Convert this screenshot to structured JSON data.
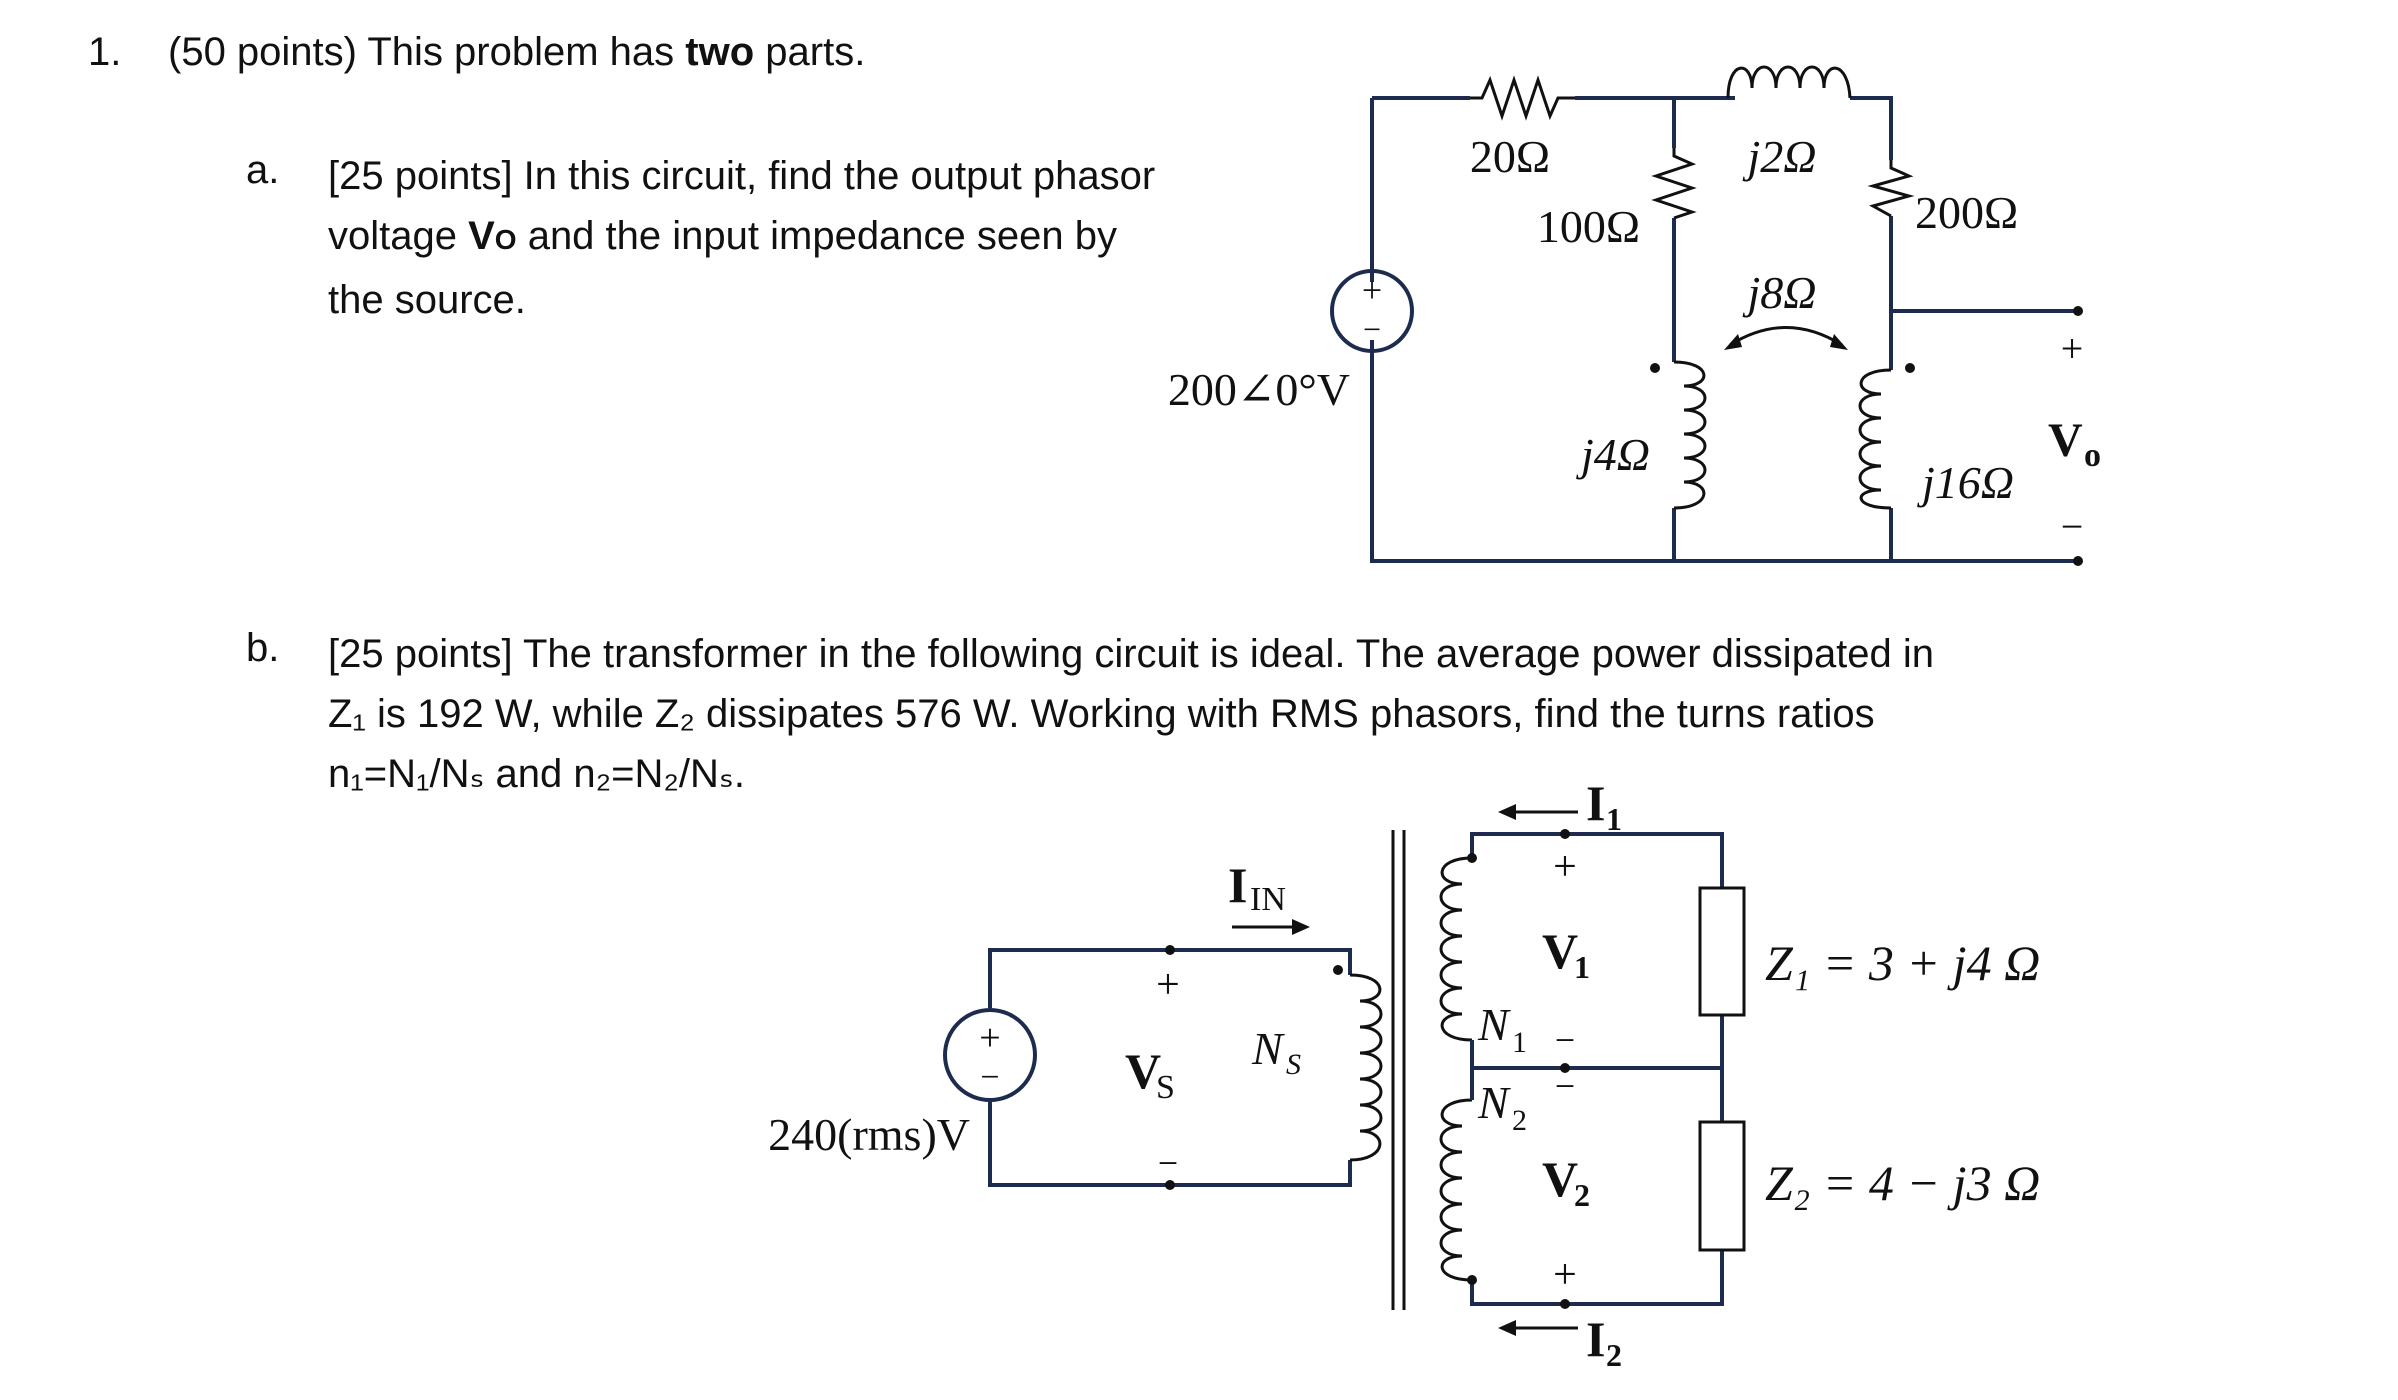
{
  "problem": {
    "number": "1.",
    "points": "(50 points) This problem has ",
    "emphasis": "two",
    "tail": " parts."
  },
  "part_a": {
    "letter": "a.",
    "line1": "[25 points] In this circuit, find the output phasor",
    "line2_pre": "voltage ",
    "line2_bold": "V",
    "line2_sub": "O",
    "line2_post": " and the input impedance seen by",
    "line3": "the source.",
    "circuit": {
      "source": "200∠0°V",
      "r1": "20Ω",
      "l1": "j2Ω",
      "r2": "100Ω",
      "r3": "200Ω",
      "mutual": "j8Ω",
      "l2": "j4Ω",
      "l3": "j16Ω",
      "vo": "V",
      "vo_sub": "o",
      "plus": "+",
      "minus": "−"
    }
  },
  "part_b": {
    "letter": "b.",
    "line1": "[25 points] The transformer in the following circuit is ideal. The average power dissipated in",
    "line2": "Z₁ is 192 W, while Z₂ dissipates 576 W. Working with RMS phasors, find the turns ratios",
    "line3": "n₁=N₁/Nₛ and n₂=N₂/Nₛ.",
    "circuit": {
      "source": "240(rms)V",
      "vs": "V",
      "vs_sub": "S",
      "iin": "I",
      "iin_sub": "IN",
      "ns": "N",
      "ns_sub": "S",
      "n1": "N",
      "n1_sub": "1",
      "n2": "N",
      "n2_sub": "2",
      "v1": "V",
      "v1_sub": "1",
      "v2": "V",
      "v2_sub": "2",
      "i1": "I",
      "i1_sub": "1",
      "i2": "I",
      "i2_sub": "2",
      "z1": "Z₁ = 3 + j4 Ω",
      "z2": "Z₂ = 4 − j3 Ω",
      "plus": "+",
      "minus": "−"
    }
  }
}
